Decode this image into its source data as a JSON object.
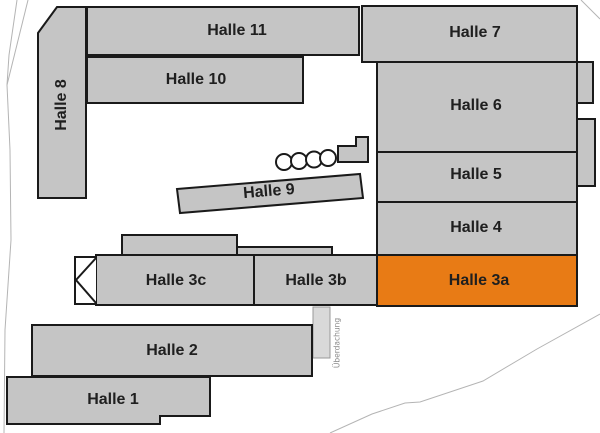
{
  "map": {
    "type": "exhibition-ground-plan",
    "highlighted_hall": "Halle 3a",
    "halls": {
      "h1": {
        "label": "Halle 1"
      },
      "h2": {
        "label": "Halle 2"
      },
      "h3a": {
        "label": "Halle 3a"
      },
      "h3b": {
        "label": "Halle 3b"
      },
      "h3c": {
        "label": "Halle 3c"
      },
      "h4": {
        "label": "Halle 4"
      },
      "h5": {
        "label": "Halle 5"
      },
      "h6": {
        "label": "Halle 6"
      },
      "h7": {
        "label": "Halle 7"
      },
      "h8": {
        "label": "Halle 8"
      },
      "h9": {
        "label": "Halle 9"
      },
      "h10": {
        "label": "Halle 10"
      },
      "h11": {
        "label": "Halle 11"
      }
    },
    "connector": {
      "label": "Überdachung"
    },
    "colors": {
      "hall_fill": "#c5c5c5",
      "highlight_fill": "#e87b15",
      "outline": "#1a1a1a",
      "connector_fill": "#d9d9d9",
      "faint_line": "#b4b4b4",
      "marker_fill": "#ffffff"
    }
  }
}
